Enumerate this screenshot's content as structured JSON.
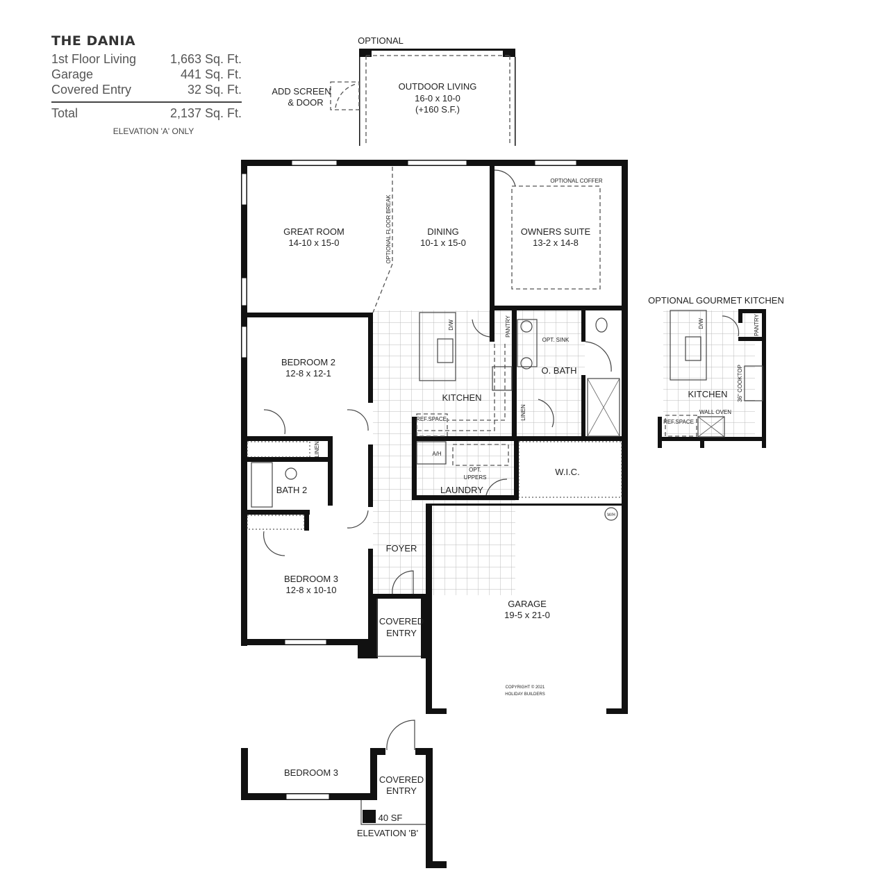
{
  "plan": {
    "title": "THE DANIA",
    "areas": [
      {
        "label": "1st Floor Living",
        "value": "1,663 Sq. Ft."
      },
      {
        "label": "Garage",
        "value": "441 Sq. Ft."
      },
      {
        "label": "Covered Entry",
        "value": "32 Sq. Ft."
      }
    ],
    "total": {
      "label": "Total",
      "value": "2,137 Sq. Ft."
    },
    "note": "ELEVATION 'A' ONLY"
  },
  "outdoor": {
    "optional": "OPTIONAL",
    "name": "OUTDOOR LIVING",
    "dims": "16-0 x 10-0",
    "extra": "(+160 S.F.)",
    "screen_1": "ADD SCREEN",
    "screen_2": "& DOOR"
  },
  "rooms": {
    "great_room": {
      "name": "GREAT ROOM",
      "dims": "14-10 x 15-0"
    },
    "dining": {
      "name": "DINING",
      "dims": "10-1 x 15-0"
    },
    "owners_suite": {
      "name": "OWNERS SUITE",
      "dims": "13-2 x 14-8"
    },
    "optional_coffer": "OPTIONAL COFFER",
    "floor_break": "OPTIONAL FLOOR BREAK",
    "bedroom2": {
      "name": "BEDROOM 2",
      "dims": "12-8 x 12-1"
    },
    "bedroom3": {
      "name": "BEDROOM 3",
      "dims": "12-8 x 10-10"
    },
    "kitchen": "KITCHEN",
    "pantry": "PANTRY",
    "dw": "D/W",
    "ref_space": "REF.SPACE",
    "opt_sink": "OPT. SINK",
    "o_bath": "O. BATH",
    "linen": "LINEN",
    "wic": "W.I.C.",
    "ah": "A/H",
    "opt_uppers_1": "OPT.",
    "opt_uppers_2": "UPPERS",
    "laundry": "LAUNDRY",
    "bath2": "BATH 2",
    "linen2": "LINEN",
    "foyer": "FOYER",
    "covered_entry_1": "COVERED",
    "covered_entry_2": "ENTRY",
    "garage": {
      "name": "GARAGE",
      "dims": "19-5 x 21-0"
    },
    "wh": "W/H",
    "copyright_1": "COPYRIGHT © 2021",
    "copyright_2": "HOLIDAY BUILDERS"
  },
  "gourmet": {
    "title": "OPTIONAL GOURMET KITCHEN",
    "kitchen": "KITCHEN",
    "pantry": "PANTRY",
    "dw": "D/W",
    "cooktop": "36\" COOKTOP",
    "ref_space": "REF.SPACE",
    "wall_oven": "WALL OVEN"
  },
  "elevation_b": {
    "bedroom3": "BEDROOM 3",
    "covered_1": "COVERED",
    "covered_2": "ENTRY",
    "area": "40 SF",
    "label": "ELEVATION 'B'"
  }
}
